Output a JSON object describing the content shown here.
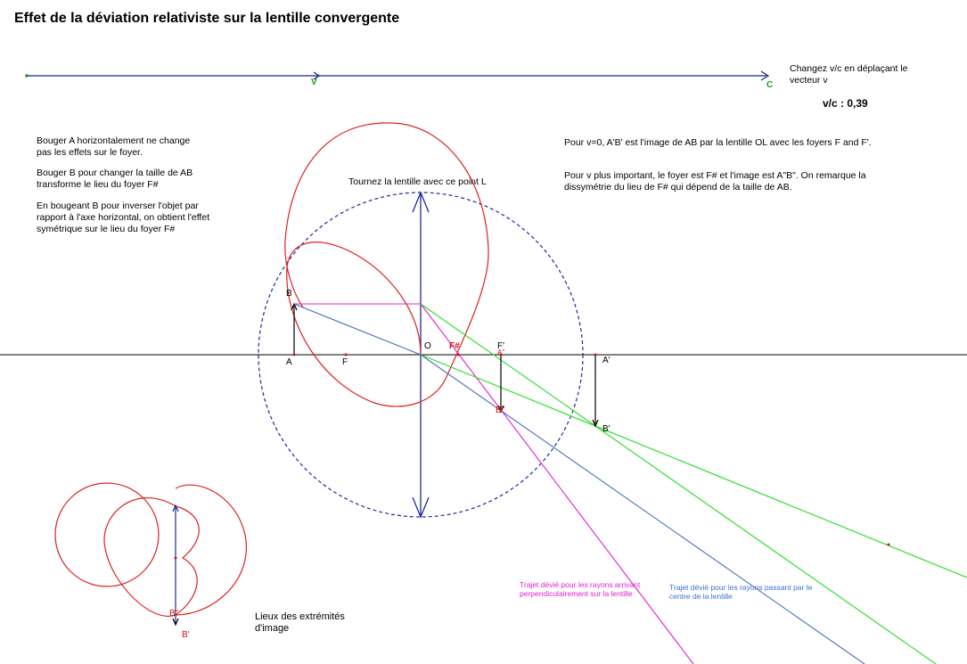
{
  "title": "Effet de la déviation relativiste sur la lentille convergente",
  "velocity": {
    "instructions": "Changez v/c en déplaçant le vecteur v",
    "ratio_label": "v/c : 0,39",
    "label_v": "V",
    "label_c": "C"
  },
  "left_notes": {
    "note1": "Bouger A horizontalement ne change pas les effets sur le foyer.",
    "note2": "Bouger B pour changer la taille de AB transforme le lieu du foyer F#",
    "note3": "En bougeant B pour inverser l'objet par rapport à l'axe horizontal, on obtient l'effet symétrique sur le lieu du foyer F#"
  },
  "right_notes": {
    "note1": "Pour v=0, A'B' est l'image de AB par la lentille OL avec les foyers F and F'.",
    "note2": "Pour v plus important, le foyer est F# et l'image est A\"B\". On remarque la dissymétrie du lieu de F# qui dépend de la taille de AB."
  },
  "lens_caption": "Tournez la lentille avec ce point L",
  "points": {
    "A": "A",
    "B": "B",
    "F": "F",
    "O": "O",
    "Fsharp": "F#",
    "Fprime": "F'",
    "A2": "A\"",
    "B2": "B\"",
    "Aprime": "A'",
    "Bprime": "B'",
    "B2_small": "B\"",
    "Bprime_small": "B'"
  },
  "loci_caption": "Lieux des extrémités d'image",
  "ray_captions": {
    "magenta": "Trajet dévié pour les rayons arrivant perpendiculairement sur la lentille",
    "blue": "Trajet dévié pour les rayons passant par le centre de la lentille"
  },
  "colors": {
    "axis": "#000000",
    "vector": "#1a237e",
    "circle": "#1f2a9a",
    "locus": "#dd2222",
    "magenta": "#e020d0",
    "blue": "#4a6fc0",
    "green": "#22dd22"
  }
}
